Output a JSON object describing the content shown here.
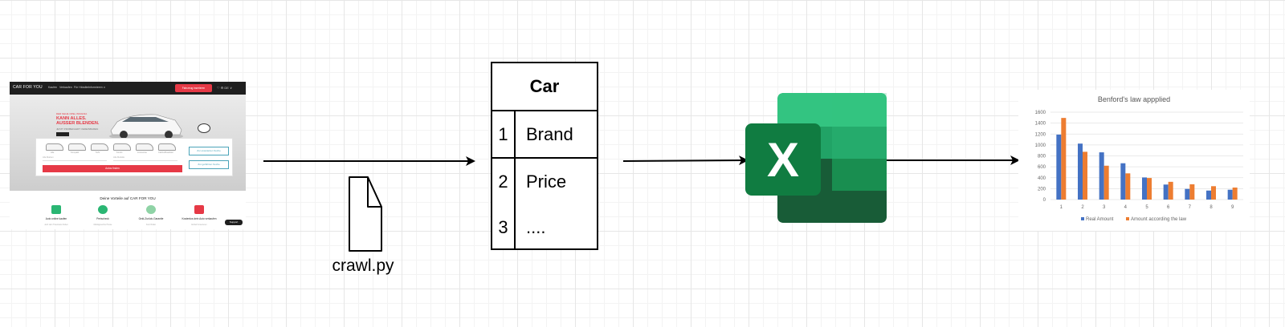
{
  "website": {
    "logo": "CAR FOR YOU",
    "nav_items": [
      "Kaufen",
      "Verkaufen",
      "Für Händler",
      "Informieren ∨"
    ],
    "cta": "Fahrzeug inserieren",
    "nav_icons": "♡ ⚙ DE ∨",
    "slogan_small": "DER NEUE OPEL INSIGNIA",
    "slogan": "KANN ALLES. AUSSER BLENDEN.",
    "slogan_sub": "JETZT PROBEFAHRT VEREINBAREN",
    "car_types": [
      "Alle",
      "Kompakt",
      "SUV",
      "Kombi",
      "Limousine",
      "Cabrio/Roadster"
    ],
    "inputs": [
      "Alle Marken",
      "Alle Modelle"
    ],
    "search_button": "Autos finden",
    "side_buttons": [
      "Zur erweiterten Suche",
      "Zur geführten Suche"
    ],
    "benefits_title": "Deine Vorteile auf CAR FOR YOU",
    "benefits": [
      {
        "label": "Auto online kaufen",
        "sub": "Jetzt dein Traumauto finden",
        "color": "#2ab673"
      },
      {
        "label": "Preischeck",
        "sub": "Marktgerechte Preise",
        "color": "#2ab673"
      },
      {
        "label": "Geld-Zurück-Garantie",
        "sub": "Kein Risiko",
        "color": "#8fd3a6"
      },
      {
        "label": "Kostenlos dein Auto verkaufen",
        "sub": "Einfach inserieren",
        "color": "#e63946"
      }
    ],
    "support": "Support"
  },
  "file": {
    "icon": "file-icon",
    "label": "crawl.py"
  },
  "table": {
    "title": "Car",
    "rows": [
      {
        "num": "1",
        "field": "Brand"
      },
      {
        "num": "2",
        "field": "Price"
      },
      {
        "num": "3",
        "field": "...."
      }
    ]
  },
  "excel": {
    "icon": "excel-icon",
    "letter": "X",
    "colors": [
      "#33c481",
      "#21a366",
      "#107c41",
      "#185c37",
      "#107c41"
    ]
  },
  "chart_data": {
    "type": "bar",
    "title": "Benford's law appplied",
    "categories": [
      "1",
      "2",
      "3",
      "4",
      "5",
      "6",
      "7",
      "8",
      "9"
    ],
    "series": [
      {
        "name": "Real Amount",
        "color": "#4472c4",
        "values": [
          1190,
          1025,
          865,
          665,
          405,
          275,
          195,
          165,
          180
        ]
      },
      {
        "name": "Amount according the law",
        "color": "#ed7d31",
        "values": [
          1495,
          875,
          620,
          480,
          395,
          325,
          280,
          245,
          220
        ]
      }
    ],
    "yticks": [
      "0",
      "200",
      "400",
      "600",
      "800",
      "1000",
      "1200",
      "1400",
      "1600"
    ],
    "ylim": [
      0,
      1600
    ],
    "grid": true,
    "legend": "bottom"
  }
}
